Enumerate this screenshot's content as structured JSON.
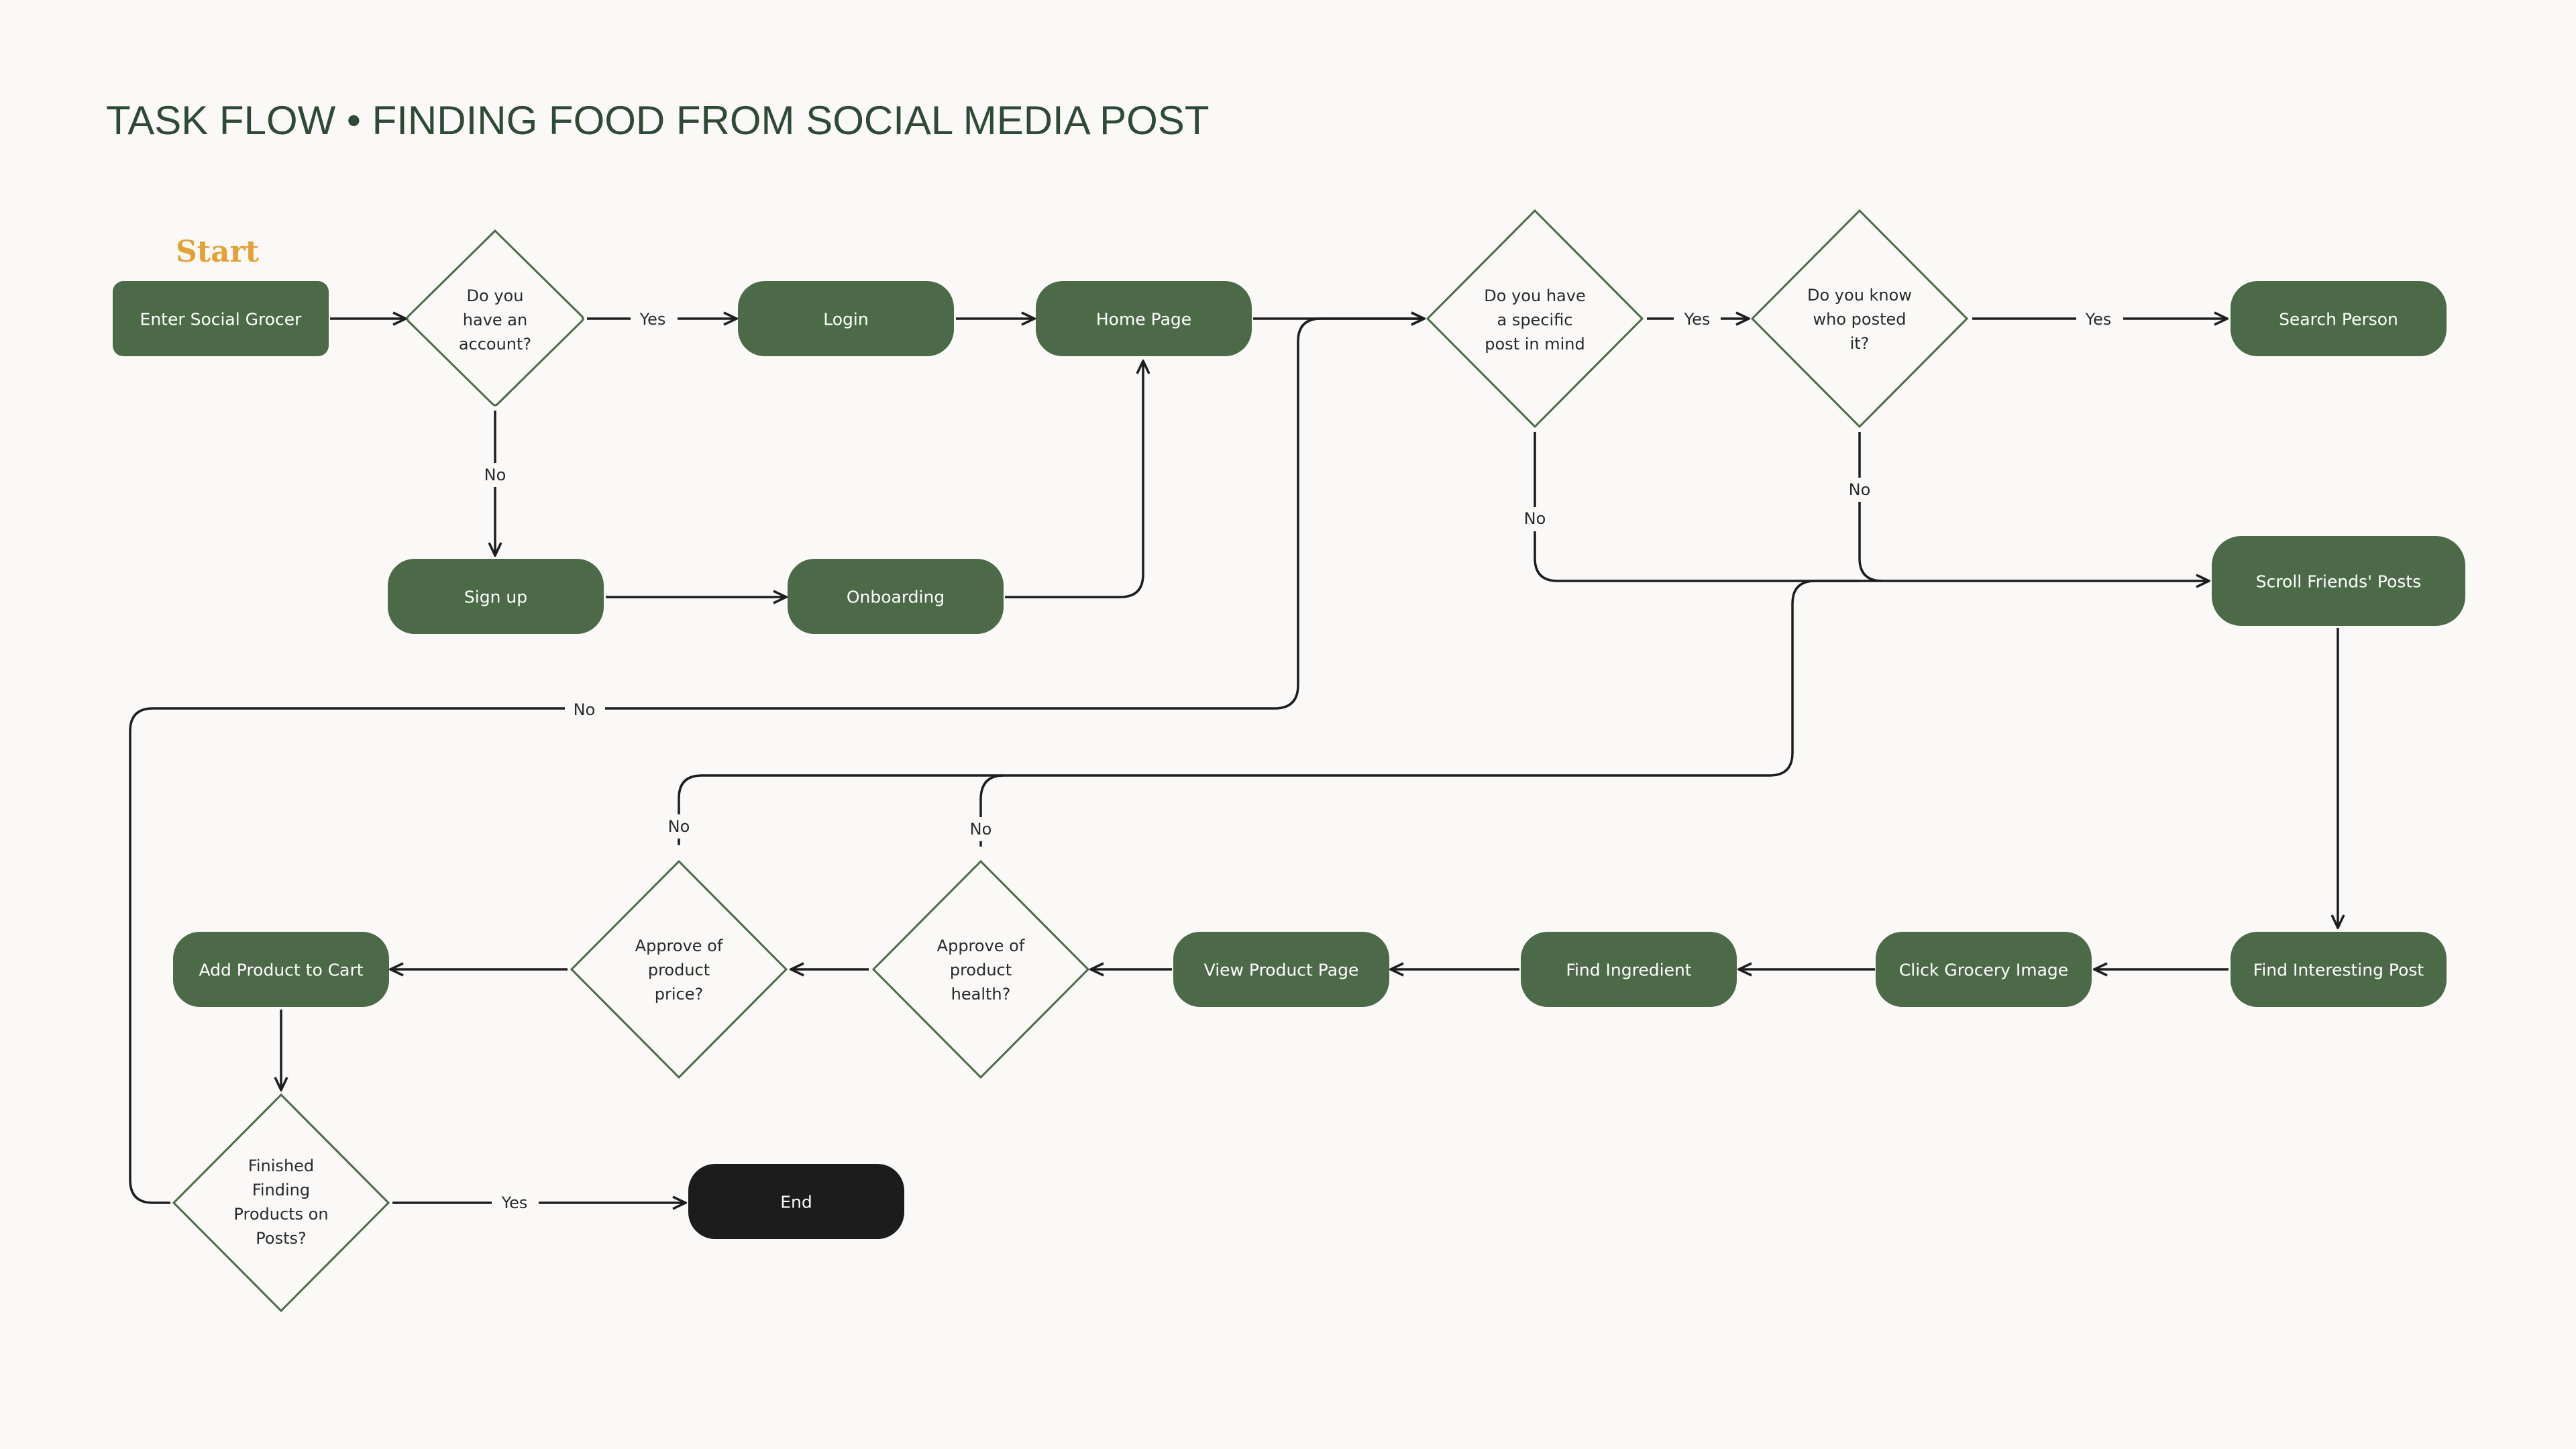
{
  "title": "TASK FLOW • FINDING FOOD FROM SOCIAL MEDIA POST",
  "start_label": "Start",
  "colors": {
    "node_green": "#4c6a48",
    "end_black": "#1c1c1c",
    "title": "#2e4a36",
    "start_accent": "#e3a233",
    "background": "#faf9f7"
  },
  "nodes": {
    "enter": "Enter Social Grocer",
    "login": "Login",
    "home": "Home Page",
    "signup": "Sign up",
    "onboarding": "Onboarding",
    "search_person": "Search Person",
    "scroll_friends": "Scroll Friends' Posts",
    "find_interesting": "Find Interesting Post",
    "click_grocery": "Click Grocery Image",
    "find_ingredient": "Find Ingredient",
    "view_product": "View Product Page",
    "add_cart": "Add Product to Cart",
    "end": "End"
  },
  "decisions": {
    "have_account": [
      "Do you",
      "have an",
      "account?"
    ],
    "specific_post": [
      "Do you have",
      "a specific",
      "post in mind"
    ],
    "know_poster": [
      "Do you know",
      "who posted",
      "it?"
    ],
    "approve_health": [
      "Approve of",
      "product",
      "health?"
    ],
    "approve_price": [
      "Approve of",
      "product",
      "price?"
    ],
    "finished": [
      "Finished",
      "Finding",
      "Products on",
      "Posts?"
    ]
  },
  "edge_labels": {
    "yes": "Yes",
    "no": "No"
  }
}
